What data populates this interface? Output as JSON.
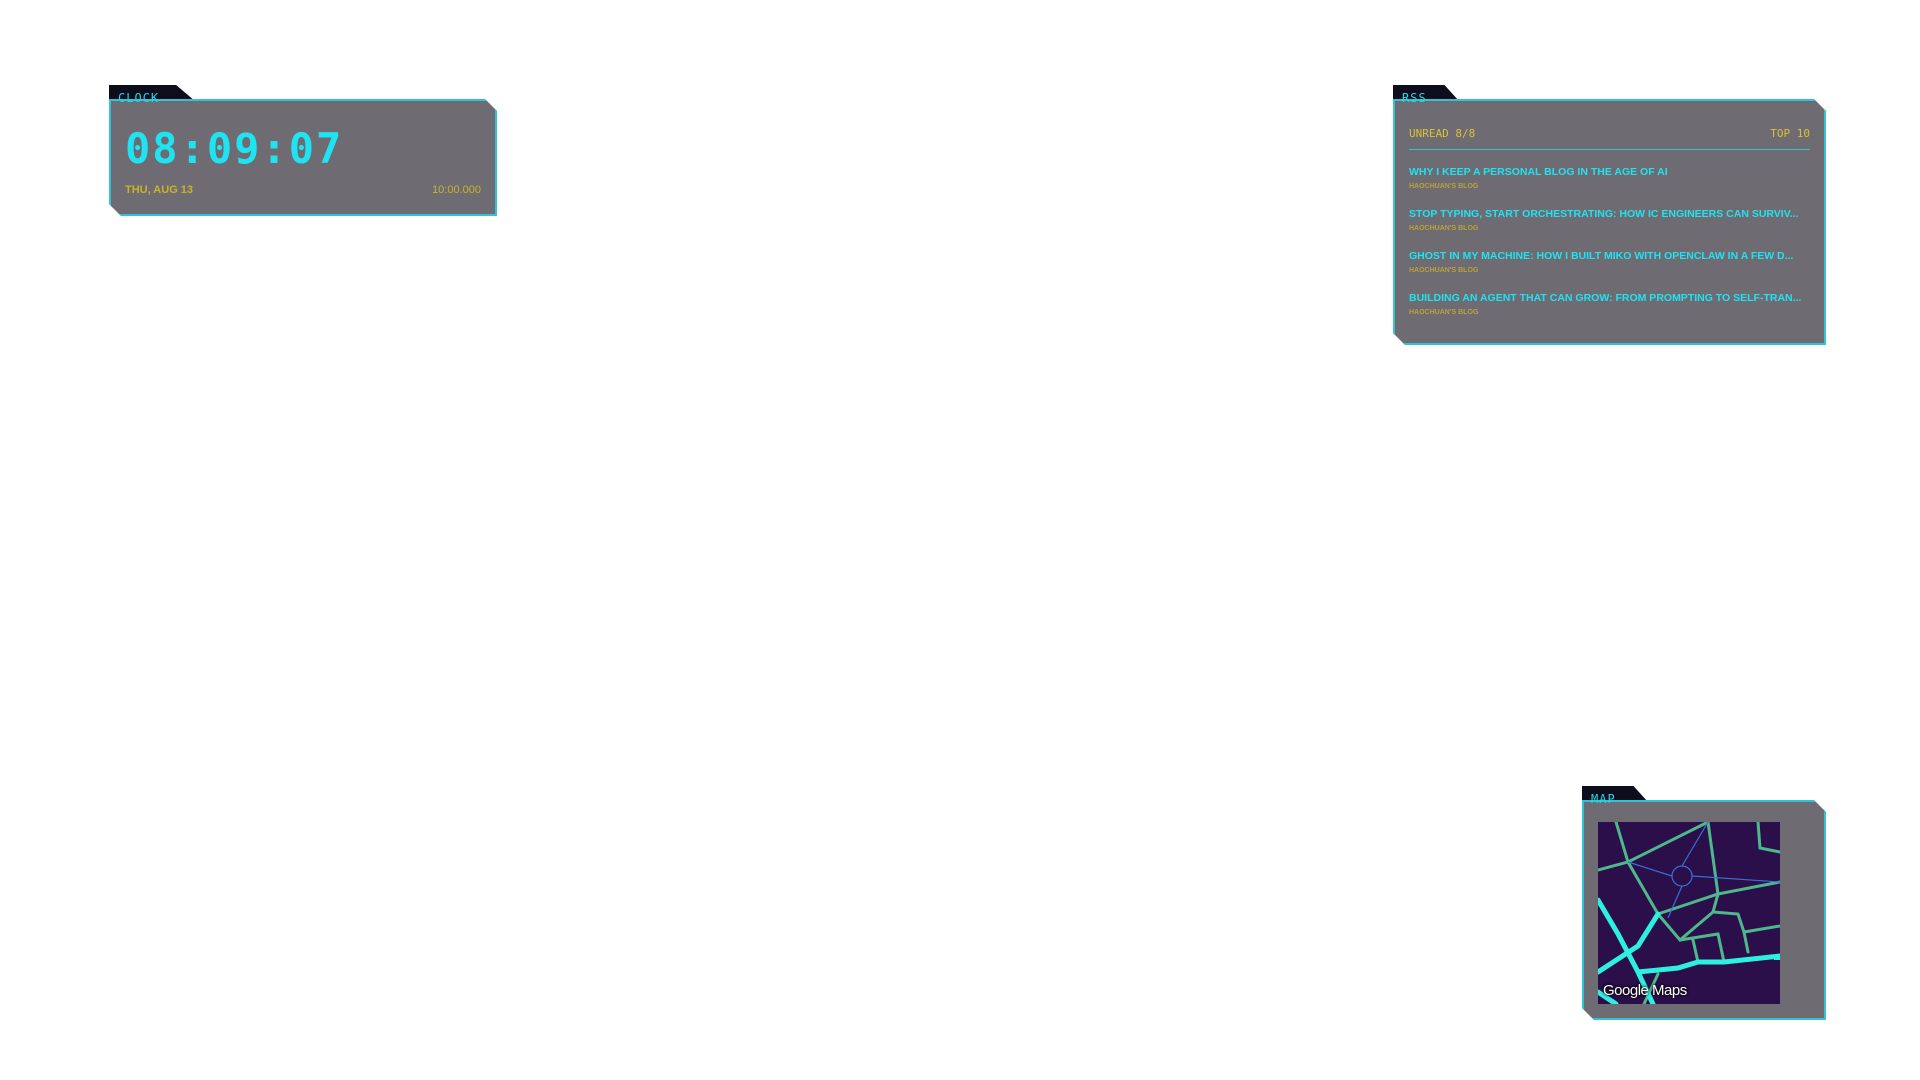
{
  "clock": {
    "tab_label": "CLOCK",
    "time": "08:09:07",
    "date": "THU, AUG 13",
    "counter": "10:00.000"
  },
  "rss": {
    "tab_label": "RSS",
    "unread": "UNREAD 8/8",
    "top": "TOP 10",
    "items": [
      {
        "title": "WHY I KEEP A PERSONAL BLOG IN THE AGE OF AI",
        "source": "HAOCHUAN'S BLOG"
      },
      {
        "title": "STOP TYPING, START ORCHESTRATING: HOW IC ENGINEERS CAN SURVIV...",
        "source": "HAOCHUAN'S BLOG"
      },
      {
        "title": "GHOST IN MY MACHINE: HOW I BUILT MIKO WITH OPENCLAW IN A FEW D...",
        "source": "HAOCHUAN'S BLOG"
      },
      {
        "title": "BUILDING AN AGENT THAT CAN GROW: FROM PROMPTING TO SELF-TRAN...",
        "source": "HAOCHUAN'S BLOG"
      }
    ]
  },
  "map": {
    "tab_label": "MAP",
    "logo": "Google Maps"
  },
  "colors": {
    "accent": "#1fe3f0",
    "panel": "#6f6b73",
    "border": "#2ec4d6",
    "highlight": "#d8c236",
    "map_bg": "#2a0f4a"
  }
}
